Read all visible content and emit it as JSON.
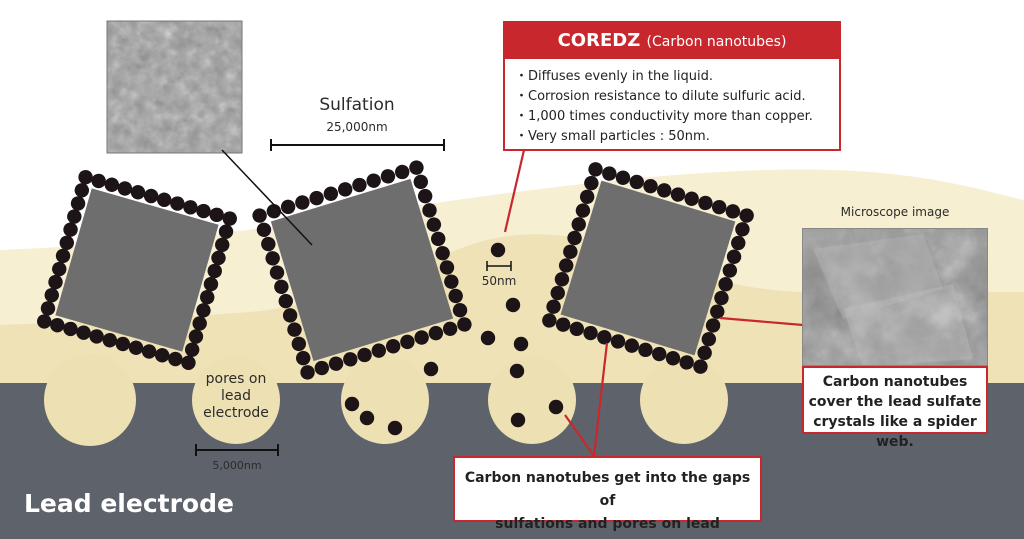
{
  "coredz": {
    "title": "COREDZ",
    "subtitle": "(Carbon nanotubes)",
    "bullets": [
      "・Diffuses evenly in the liquid.",
      "・Corrosion resistance to dilute sulfuric acid.",
      "・1,000 times conductivity more than copper.",
      "・Very small particles : 50nm."
    ]
  },
  "sulfation": {
    "label": "Sulfation",
    "scale": "25,000nm"
  },
  "nano_scale": "50nm",
  "pores": {
    "label_lines": [
      "pores on",
      "lead",
      "electrode"
    ],
    "scale": "5,000nm"
  },
  "microscope": {
    "label": "Microscope image",
    "caption_lines": [
      "Carbon nanotubes",
      "cover the lead sulfate",
      "crystals like a spider web."
    ]
  },
  "gaps_callout": {
    "lines": [
      "Carbon nanotubes get into the gaps of",
      "sulfations and pores on lead electrode."
    ]
  },
  "electrode_label": "Lead electrode",
  "colors": {
    "electrode": "#5e636b",
    "cream_light": "#f6efd2",
    "cream": "#eee2b6",
    "pore": "#ede1b4",
    "crystal": "#6e6e6e",
    "nanotube": "#1c1416",
    "accent_red": "#c8282d"
  }
}
